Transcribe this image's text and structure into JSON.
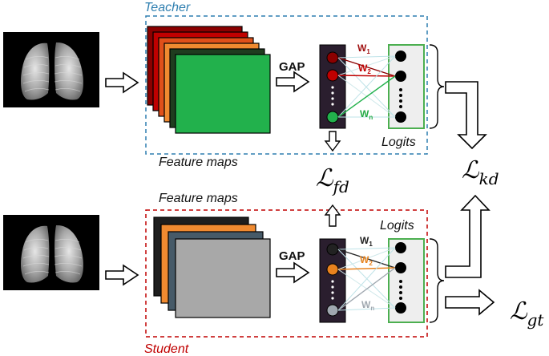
{
  "teacher": {
    "label": "Teacher",
    "label_color": "#2F7FB0",
    "feature_maps_label": "Feature maps",
    "gap_label": "GAP",
    "logits_label": "Logits",
    "weights": [
      {
        "text": "W",
        "sub": "1",
        "color": "#A01010"
      },
      {
        "text": "W",
        "sub": "2",
        "color": "#C00000"
      },
      {
        "text": "W",
        "sub": "n",
        "color": "#22AA44"
      }
    ],
    "map_colors": [
      "#8B0000",
      "#C00000",
      "#E0501A",
      "#F08A30",
      "#1F3D1F",
      "#22B14C"
    ],
    "node_colors": [
      "#8B0000",
      "#C00000",
      "#22B14C"
    ]
  },
  "student": {
    "label": "Student",
    "label_color": "#C00000",
    "feature_maps_label": "Feature maps",
    "gap_label": "GAP",
    "logits_label": "Logits",
    "weights": [
      {
        "text": "W",
        "sub": "1",
        "color": "#222222"
      },
      {
        "text": "W",
        "sub": "2",
        "color": "#E8821E"
      },
      {
        "text": "W",
        "sub": "n",
        "color": "#A0A8B0"
      }
    ],
    "map_colors": [
      "#1E1E1E",
      "#F08A30",
      "#465A68",
      "#A8A8A8"
    ],
    "node_colors": [
      "#222222",
      "#E8821E",
      "#A0A8B0"
    ]
  },
  "losses": {
    "fd": {
      "symbol": "ℒ",
      "sub": "fd"
    },
    "kd": {
      "symbol": "ℒ",
      "sub": "kd"
    },
    "gt": {
      "symbol": "ℒ",
      "sub": "gt"
    }
  },
  "icons": [
    "chest-xray-image",
    "arrow-right-icon",
    "arrow-down-icon",
    "arrow-up-icon",
    "brace-icon"
  ]
}
